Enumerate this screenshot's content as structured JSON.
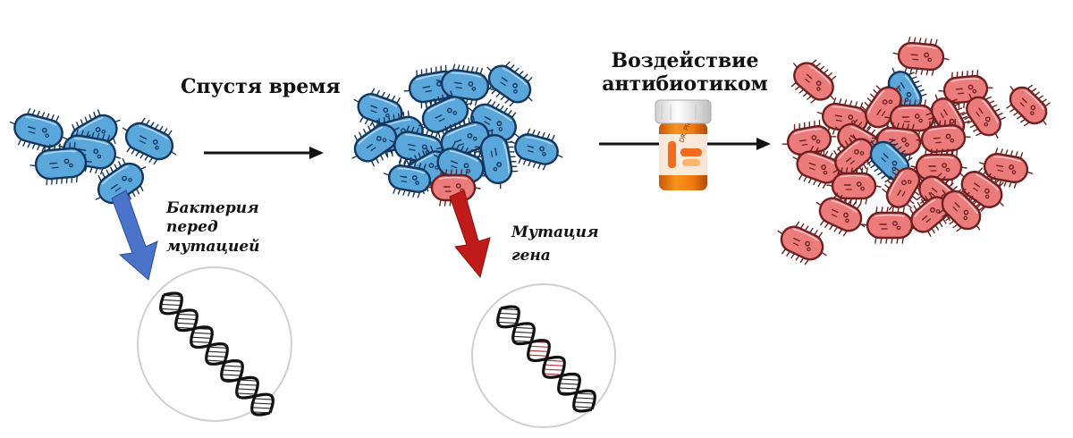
{
  "labels": {
    "over_time": "Спустя время",
    "antibiotic_line1": "Воздействие",
    "antibiotic_line2": "антибиотиком",
    "before_line1": "Бактерия",
    "before_line2": "перед",
    "before_line3": "мутацией",
    "mutation_line1": "Мутация",
    "mutation_line2": "гена",
    "bottle_label": "DR. PILLS"
  },
  "colors": {
    "normal_bacteria": "#5aa7dc",
    "normal_outline": "#14355c",
    "mutant_bacteria": "#ec7b7b",
    "mutant_outline": "#6e1f1f",
    "before_arrow": "#4a73c9",
    "mutation_arrow": "#c01a1a",
    "mutated_dna": "#b8242d",
    "bottle": "#ef7a12",
    "cap": "#f4f4f4"
  },
  "icons": [
    "bacterium-icon",
    "dna-icon",
    "pill-bottle-icon"
  ]
}
